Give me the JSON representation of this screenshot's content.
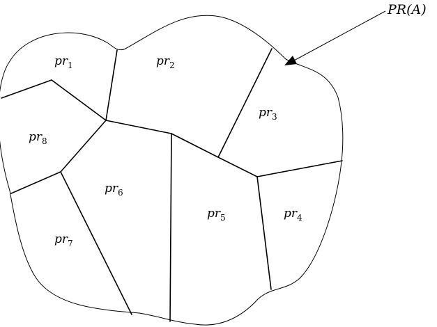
{
  "diagram": {
    "outer_label": "PR(A)",
    "regions": [
      {
        "id": "pr1",
        "base": "pr",
        "sub": "1"
      },
      {
        "id": "pr2",
        "base": "pr",
        "sub": "2"
      },
      {
        "id": "pr3",
        "base": "pr",
        "sub": "3"
      },
      {
        "id": "pr4",
        "base": "pr",
        "sub": "4"
      },
      {
        "id": "pr5",
        "base": "pr",
        "sub": "5"
      },
      {
        "id": "pr6",
        "base": "pr",
        "sub": "6"
      },
      {
        "id": "pr7",
        "base": "pr",
        "sub": "7"
      },
      {
        "id": "pr8",
        "base": "pr",
        "sub": "8"
      }
    ]
  }
}
